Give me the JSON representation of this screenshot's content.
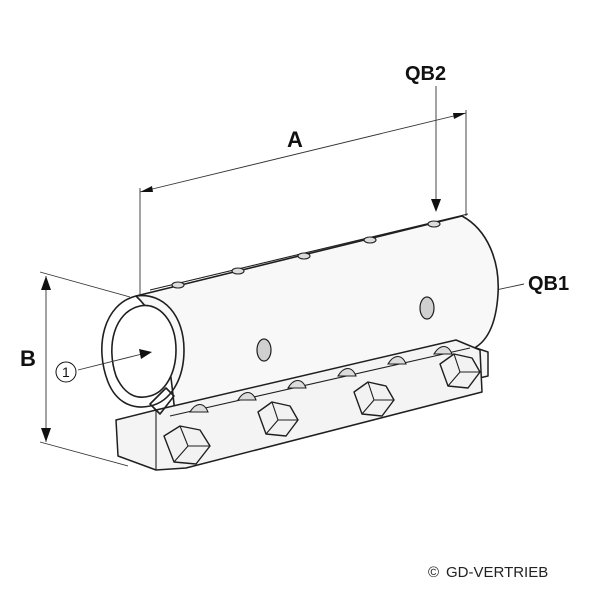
{
  "diagram": {
    "dimension_labels": {
      "length": "A",
      "height": "B",
      "bore_1": "QB1",
      "bore_2": "QB2"
    },
    "callout": {
      "number": "1"
    },
    "copyright": {
      "symbol": "©",
      "holder": "GD-VERTRIEB"
    }
  }
}
